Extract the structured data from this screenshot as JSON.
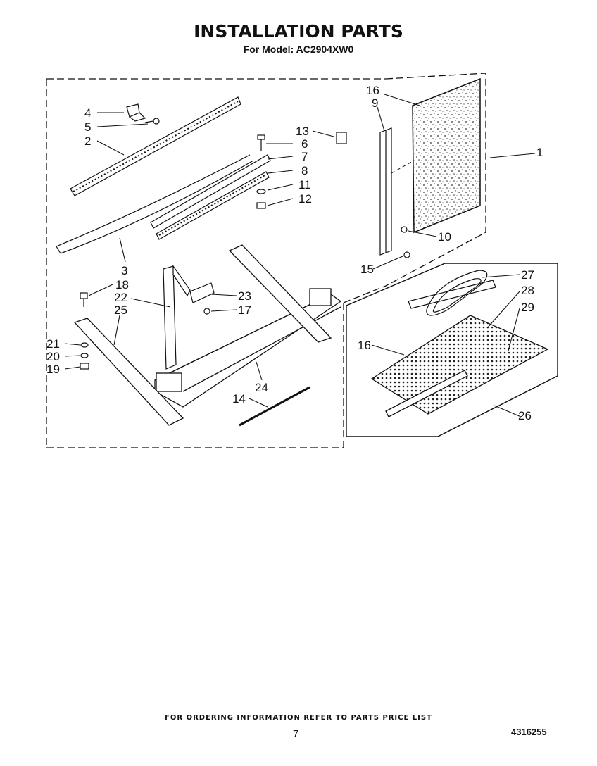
{
  "header": {
    "title": "INSTALLATION PARTS",
    "subtitle": "For Model: AC2904XW0"
  },
  "callouts": [
    "4",
    "5",
    "2",
    "13",
    "6",
    "7",
    "8",
    "11",
    "12",
    "3",
    "18",
    "22",
    "25",
    "23",
    "17",
    "21",
    "20",
    "19",
    "24",
    "14",
    "16",
    "9",
    "1",
    "10",
    "15",
    "27",
    "28",
    "29",
    "16",
    "26"
  ],
  "footer": {
    "ordering_note": "FOR ORDERING INFORMATION REFER TO PARTS PRICE LIST",
    "page_number": "7",
    "document_number": "4316255"
  }
}
